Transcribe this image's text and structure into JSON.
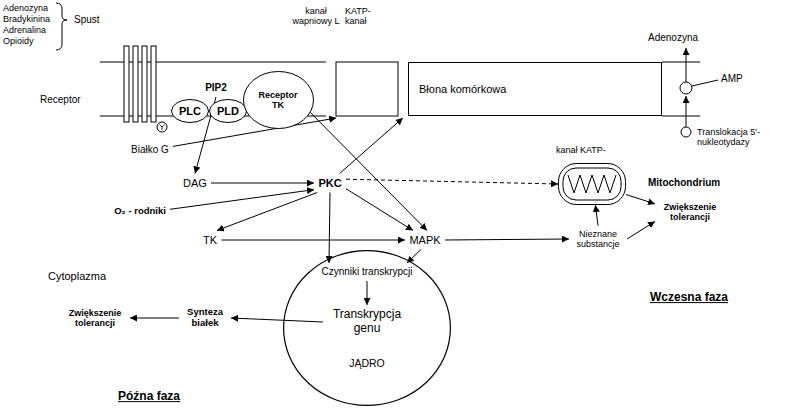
{
  "diagram": {
    "nodes": [
      {
        "text": [
          "PLC"
        ]
      },
      {
        "text": [
          "PLD"
        ]
      },
      {
        "text": [
          "PIP2"
        ]
      },
      {
        "text": [
          "Receptor TK"
        ]
      },
      {
        "text": [
          "kanał wapniowy L"
        ]
      },
      {
        "text": [
          "KATP- kanał"
        ]
      },
      {
        "text": [
          "Błona komórkowa"
        ]
      },
      {
        "text": [
          "Białko G"
        ]
      },
      {
        "text": [
          "DAG"
        ]
      },
      {
        "text": [
          "PKC"
        ]
      },
      {
        "text": [
          "O₂ - rodniki"
        ]
      },
      {
        "text": [
          "TK"
        ]
      },
      {
        "text": [
          "MAPK"
        ]
      },
      {
        "text": [
          "Mitochondrium"
        ]
      },
      {
        "text": [
          "Nieznane substancje"
        ]
      },
      {
        "text": [
          "Zwiększenie tolerancji"
        ]
      },
      {
        "text": [
          "JĄDRO"
        ]
      },
      {
        "text": [
          "Czynniki transkrypcji"
        ],
        "in": 16
      },
      {
        "text": [
          "Transkrypcja genu"
        ],
        "in": 16
      },
      {
        "text": [
          "Synteza białek"
        ]
      },
      {
        "text": [
          "Zwiększenie tolerancji"
        ]
      }
    ],
    "edges": [
      {
        "from": 2,
        "to": 8,
        "arrow": "to"
      },
      {
        "from": 8,
        "to": 9,
        "arrow": "to"
      },
      {
        "from": 10,
        "to": 9,
        "arrow": "to"
      },
      {
        "from": 9,
        "to": 11,
        "arrow": "to"
      },
      {
        "from": 11,
        "to": 12,
        "arrow": "to"
      },
      {
        "from": 9,
        "to": 12,
        "arrow": "to"
      },
      {
        "from": 3,
        "to": 12,
        "arrow": "to"
      },
      {
        "from": 7,
        "to": 4,
        "arrow": "to"
      },
      {
        "from": 9,
        "to": 5,
        "arrow": "to"
      },
      {
        "from": 9,
        "to": 13,
        "arrow": "to"
      },
      {
        "from": 12,
        "to": 14,
        "arrow": "to"
      },
      {
        "from": 14,
        "to": 13,
        "arrow": "to"
      },
      {
        "from": 14,
        "to": 15,
        "arrow": "to"
      },
      {
        "from": 13,
        "to": 15,
        "arrow": "to"
      },
      {
        "from": 9,
        "to": 17,
        "arrow": "to"
      },
      {
        "from": 12,
        "to": 17,
        "arrow": "to"
      },
      {
        "from": 17,
        "to": 18,
        "arrow": "to"
      },
      {
        "from": 18,
        "to": 19,
        "arrow": "to"
      },
      {
        "from": 19,
        "to": 20,
        "arrow": "to"
      }
    ],
    "labels": [
      "Adenozyna",
      "Bradykinina",
      "Adrenalina",
      "Opioidy",
      "Spust",
      "Receptor",
      "Adenozyna",
      "AMP",
      "Translokacja 5'-nukleotydazy",
      "kanał KATP-",
      "Cytoplazma",
      "Wczesna faza",
      "Późna faza"
    ]
  }
}
